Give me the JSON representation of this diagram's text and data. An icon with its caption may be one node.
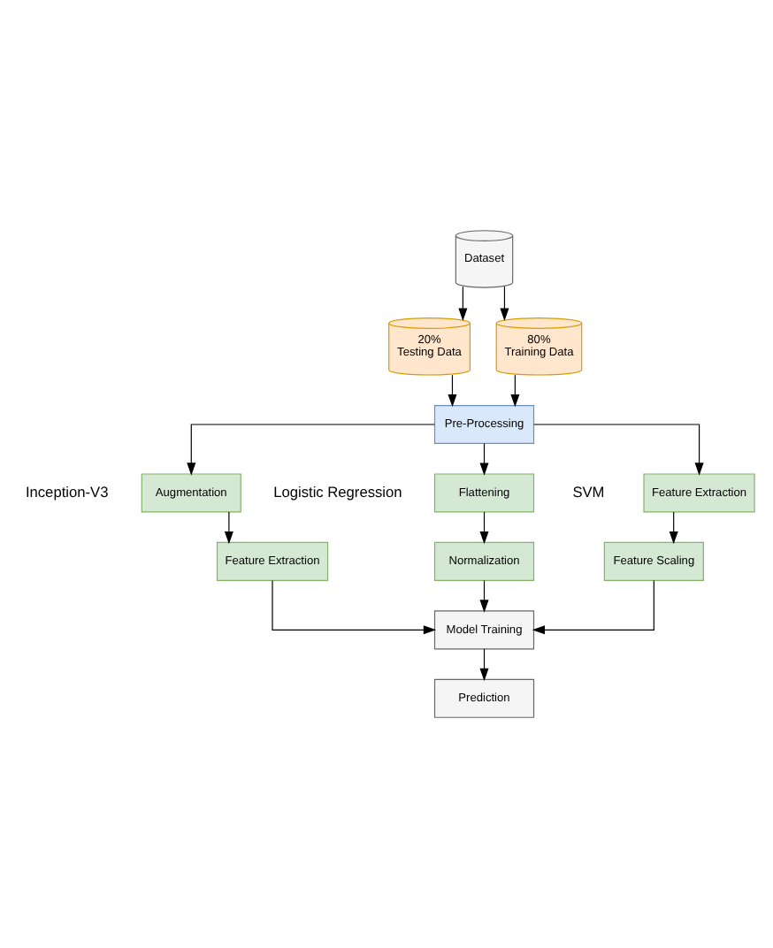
{
  "diagram": {
    "nodes": [
      {
        "text": [
          "Dataset"
        ]
      },
      {
        "text": [
          "20%",
          "Testing Data"
        ]
      },
      {
        "text": [
          "80%",
          "Training Data"
        ]
      },
      {
        "text": [
          "Pre-Processing"
        ]
      },
      {
        "text": [
          "Augmentation"
        ]
      },
      {
        "text": [
          "Flattening"
        ]
      },
      {
        "text": [
          "Feature Extraction"
        ]
      },
      {
        "text": [
          "Feature Extraction"
        ]
      },
      {
        "text": [
          "Normalization"
        ]
      },
      {
        "text": [
          "Feature Scaling"
        ]
      },
      {
        "text": [
          "Model Training"
        ]
      },
      {
        "text": [
          "Prediction"
        ]
      }
    ],
    "edges": [
      {
        "from": 0,
        "to": 1,
        "arrow": "to"
      },
      {
        "from": 0,
        "to": 2,
        "arrow": "to"
      },
      {
        "from": 1,
        "to": 3,
        "arrow": "to"
      },
      {
        "from": 2,
        "to": 3,
        "arrow": "to"
      },
      {
        "from": 3,
        "to": 4,
        "arrow": "to"
      },
      {
        "from": 3,
        "to": 5,
        "arrow": "to"
      },
      {
        "from": 3,
        "to": 6,
        "arrow": "to"
      },
      {
        "from": 4,
        "to": 7,
        "arrow": "to"
      },
      {
        "from": 5,
        "to": 8,
        "arrow": "to"
      },
      {
        "from": 6,
        "to": 9,
        "arrow": "to"
      },
      {
        "from": 7,
        "to": 10,
        "arrow": "to"
      },
      {
        "from": 8,
        "to": 10,
        "arrow": "to"
      },
      {
        "from": 9,
        "to": 10,
        "arrow": "to"
      },
      {
        "from": 10,
        "to": 11,
        "arrow": "to"
      }
    ],
    "labels": [
      "Inception-V3",
      "Logistic Regression",
      "SVM"
    ]
  }
}
